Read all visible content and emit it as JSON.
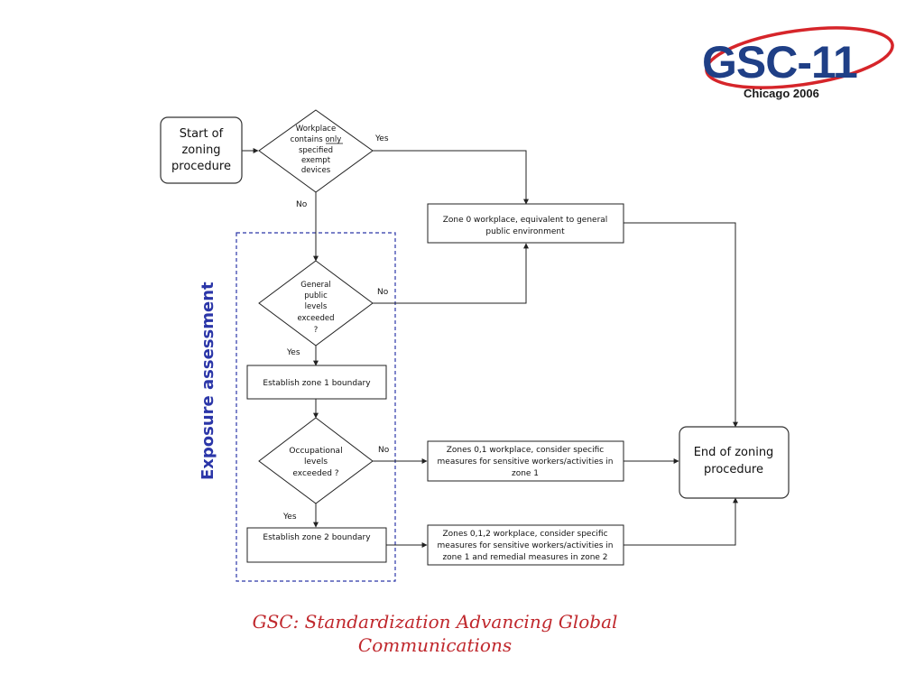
{
  "logo": {
    "text": "GSC-11",
    "subtitle": "Chicago 2006",
    "colors": {
      "main": "#1f3f86",
      "swoosh": "#d6252a"
    }
  },
  "group": {
    "label": "Exposure assessment",
    "color": "#2b36a8"
  },
  "nodes": {
    "start": [
      "Start of",
      "zoning",
      "procedure"
    ],
    "decision_exempt": [
      "Workplace",
      "contains only",
      "specified",
      "exempt",
      "devices"
    ],
    "decision_exempt_underlined_word": "only",
    "zone0": [
      "Zone 0 workplace, equivalent to general",
      "public environment"
    ],
    "decision_general": [
      "General",
      "public",
      "levels",
      "exceeded",
      "?"
    ],
    "establish_zone1": "Establish zone 1 boundary",
    "decision_occupational": [
      "Occupational",
      "levels",
      "exceeded ?"
    ],
    "zone01": [
      "Zones 0,1 workplace, consider specific",
      "measures for sensitive workers/activities in",
      "zone 1"
    ],
    "establish_zone2": "Establish zone 2 boundary",
    "zone012": [
      "Zones 0,1,2  workplace, consider specific",
      "measures for sensitive workers/activities in",
      "zone 1 and remedial measures in zone 2"
    ],
    "end": [
      "End of zoning",
      "procedure"
    ]
  },
  "edge_labels": {
    "exempt_yes": "Yes",
    "exempt_no": "No",
    "general_no": "No",
    "general_yes": "Yes",
    "occupational_no": "No",
    "occupational_yes": "Yes"
  },
  "footer": {
    "line1": "GSC: Standardization Advancing Global",
    "line2": "Communications",
    "color": "#c0282d"
  }
}
